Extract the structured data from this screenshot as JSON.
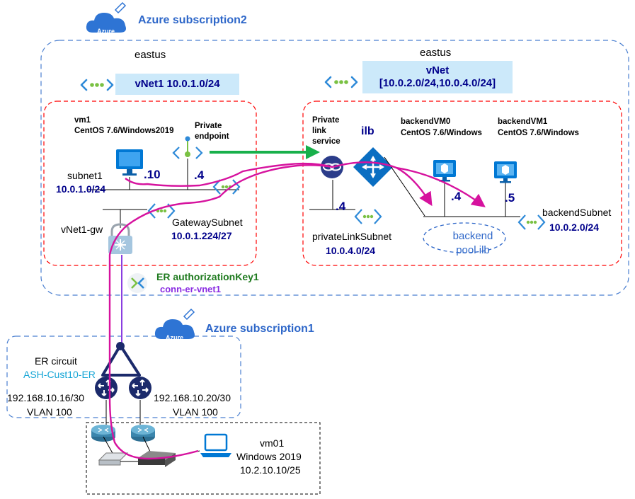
{
  "subscriptions": {
    "sub2_title": "Azure subscription2",
    "sub1_title": "Azure subscription1",
    "cloud_badge": "Azure"
  },
  "vnet1": {
    "region": "eastus",
    "banner": "vNet1 10.0.1.0/24",
    "vm_name": "vm1",
    "vm_os": "CentOS 7.6/Windows2019",
    "private_endpoint": "Private endpoint",
    "vm_ip": ".10",
    "pe_ip": ".4",
    "subnet_name": "subnet1",
    "subnet_cidr": "10.0.1.0/24",
    "gw_subnet_name": "GatewaySubnet",
    "gw_subnet_cidr": "10.0.1.224/27",
    "gateway": "vNet1-gw"
  },
  "vnet2": {
    "region": "eastus",
    "banner_line1": "vNet",
    "banner_line2": "[10.0.2.0/24,10.0.4.0/24]",
    "pls_label": "Private link service",
    "ilb_label": "ilb",
    "backend_vm0_name": "backendVM0",
    "backend_vm0_os": "CentOS 7.6/Windows",
    "backend_vm1_name": "backendVM1",
    "backend_vm1_os": "CentOS 7.6/Windows",
    "pls_ip": ".4",
    "vm0_ip": ".4",
    "vm1_ip": ".5",
    "pls_subnet_name": "privateLinkSubnet",
    "pls_subnet_cidr": "10.0.4.0/24",
    "backend_subnet_name": "backendSubnet",
    "backend_subnet_cidr": "10.0.2.0/24",
    "pool_label": "backend pool ilb"
  },
  "connection": {
    "auth_key": "ER authorizationKey1",
    "name": "conn-er-vnet1"
  },
  "er": {
    "label": "ER circuit",
    "name": "ASH-Cust10-ER",
    "left_subnet": "192.168.10.16/30",
    "right_subnet": "192.168.10.20/30",
    "left_vlan": "VLAN 100",
    "right_vlan": "VLAN 100"
  },
  "onprem": {
    "vm_name": "vm01",
    "vm_os": "Windows 2019",
    "vm_ip": "10.2.10.10/25"
  },
  "colors": {
    "dashed_blue": "#4a7fd0",
    "dashed_red": "#ff0000",
    "banner_bg": "#cce9fa",
    "traffic_path": "#d6129e",
    "pe_link": "#18b04b",
    "er_link": "#8a3ee0",
    "icon_blue": "#0078d4",
    "router_navy": "#1b2a6b"
  }
}
